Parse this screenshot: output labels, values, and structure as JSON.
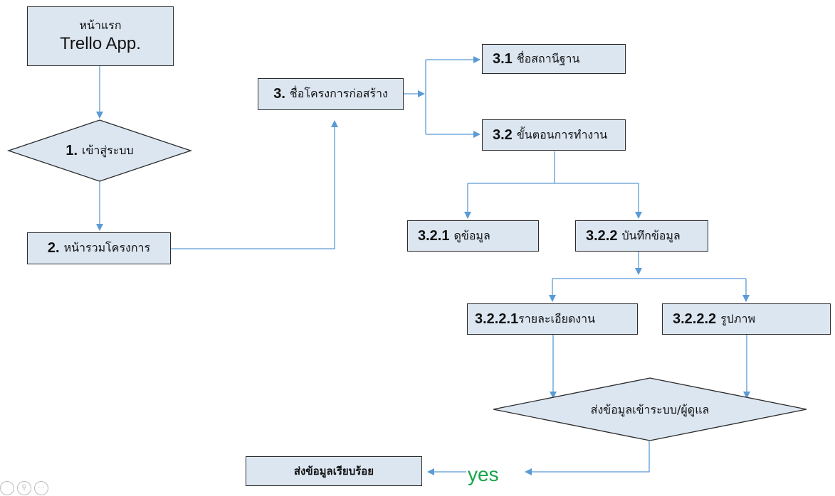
{
  "nodes": {
    "home": {
      "subtitle": "หน้าแรก",
      "title": "Trello App."
    },
    "login": {
      "number": "1.",
      "label": "เข้าสู่ระบบ"
    },
    "projects": {
      "number": "2.",
      "label": "หน้ารวมโครงการ"
    },
    "project_name": {
      "number": "3.",
      "label": "ชื่อโครงการก่อสร้าง"
    },
    "site_name": {
      "number": "3.1",
      "label": "ชื่อสถานีฐาน"
    },
    "steps": {
      "number": "3.2",
      "label": "ขั้นตอนการทำงาน"
    },
    "view_data": {
      "number": "3.2.1",
      "label": "ดูข้อมูล"
    },
    "record_data": {
      "number": "3.2.2",
      "label": "บันทึกข้อมูล"
    },
    "work_detail": {
      "number": "3.2.2.1",
      "label": "รายละเอียดงาน"
    },
    "images": {
      "number": "3.2.2.2",
      "label": "รูปภาพ"
    },
    "send_system": {
      "label": "ส่งข้อมูลเข้าระบบ/ผู้ดูแล"
    },
    "sent_done": {
      "label": "ส่งข้อมูลเรียบร้อย"
    }
  },
  "edge_labels": {
    "yes": "yes"
  },
  "colors": {
    "node_fill": "#dce6f1",
    "node_border": "#2b2b2b",
    "arrow": "#5b9bd5",
    "yes": "#17a64a"
  },
  "watermark": {
    "icons": [
      "circle-icon",
      "search-icon",
      "more-icon"
    ]
  }
}
